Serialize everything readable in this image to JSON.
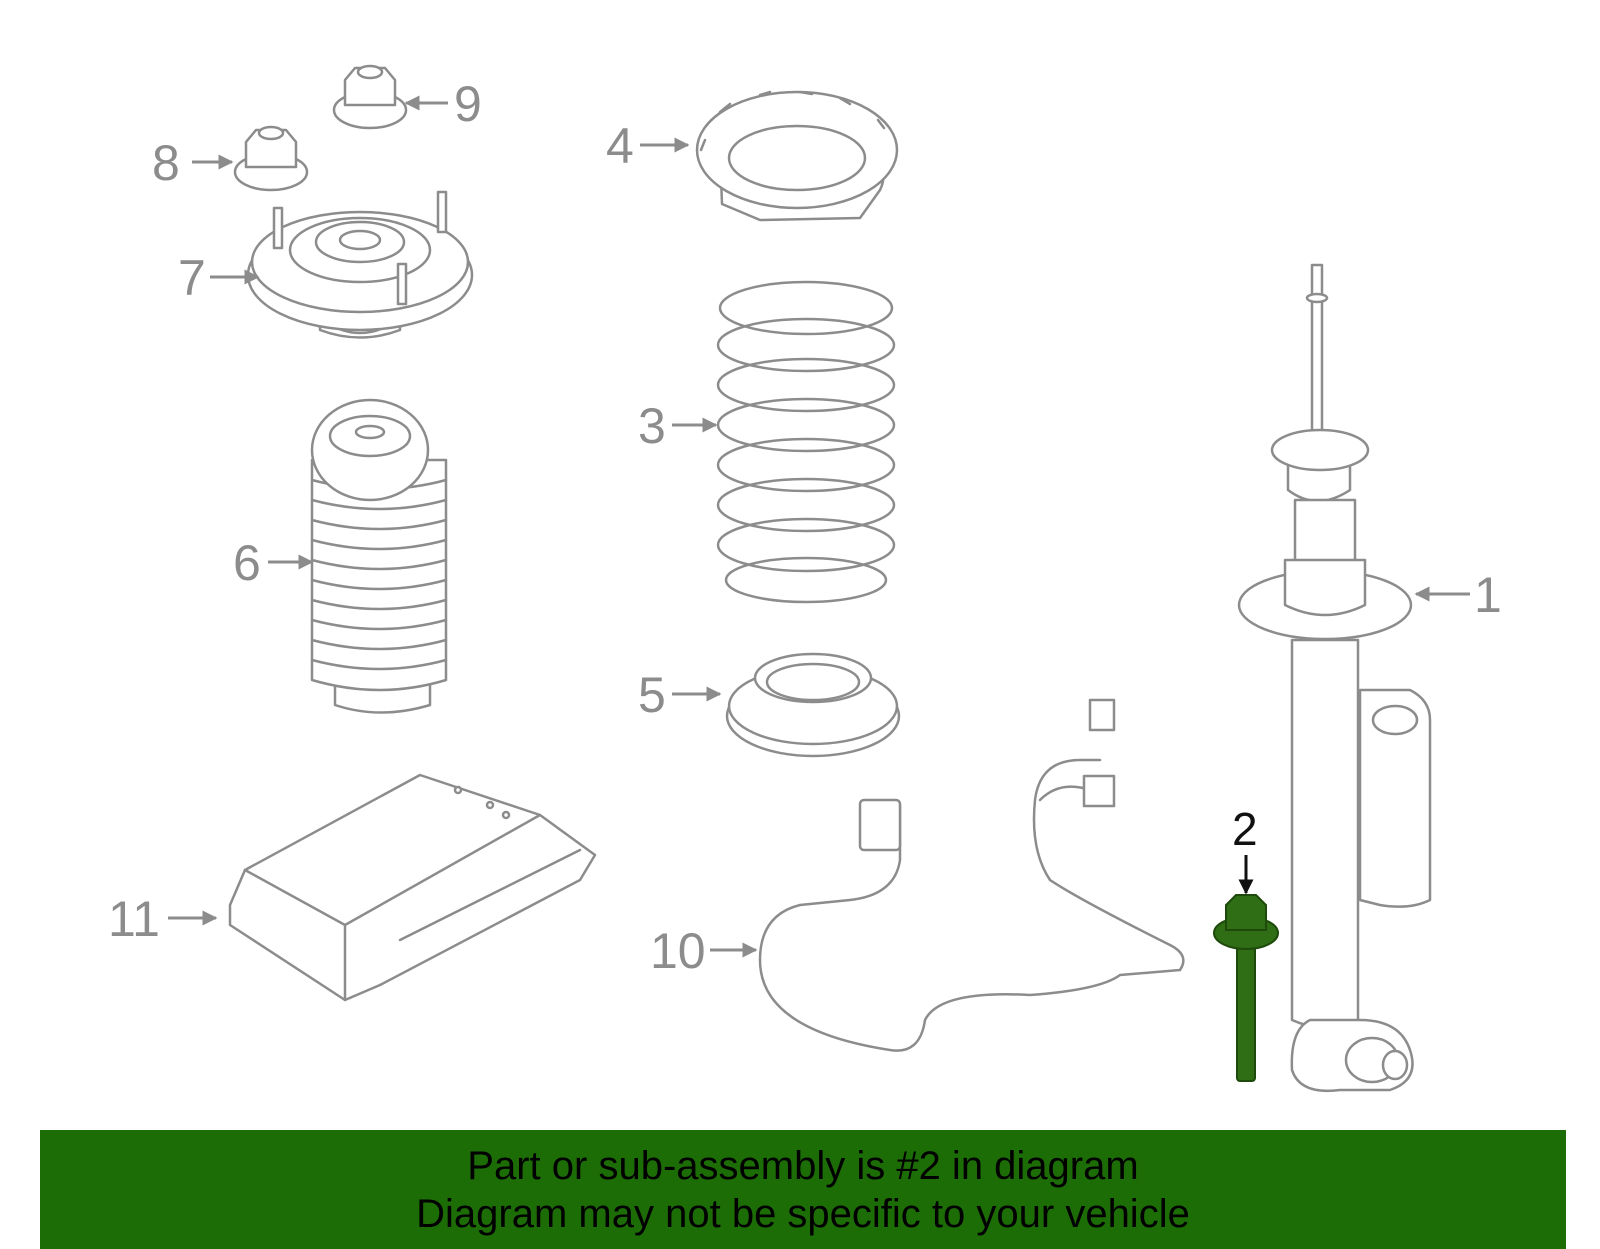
{
  "diagram": {
    "callouts": {
      "c1": "1",
      "c2": "2",
      "c3": "3",
      "c4": "4",
      "c5": "5",
      "c6": "6",
      "c7": "7",
      "c8": "8",
      "c9": "9",
      "c10": "10",
      "c11": "11"
    },
    "highlighted_part": "2",
    "highlight_color": "#2f6e14"
  },
  "banner": {
    "line1": "Part or sub-assembly is #2 in diagram",
    "line2": "Diagram may not be specific to your vehicle",
    "background": "#1d6d06"
  }
}
